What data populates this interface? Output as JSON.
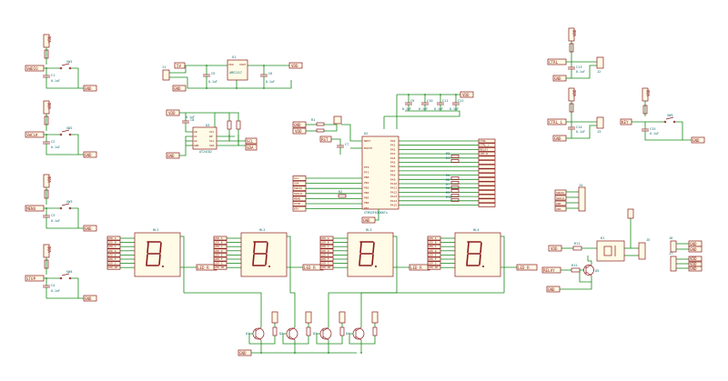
{
  "nets": {
    "vdd": "VDD",
    "gnd": "GND",
    "swdio": "SWDIO",
    "swclk": "SWCLK",
    "menu": "MENU",
    "stop": "STOP",
    "ctrl": "CTRL",
    "ctrl_l": "CTRL_L",
    "key": "KEY",
    "relay": "RELAY",
    "rst": "RST",
    "led_r": "LED_R",
    "scl": "SCL",
    "sda": "SDA",
    "five_v": "5V"
  },
  "buttons": [
    {
      "ref": "SW1",
      "cap_ref": "C1",
      "cap_val": "0.1uF",
      "net": "SWDIO"
    },
    {
      "ref": "SW2",
      "cap_ref": "C2",
      "cap_val": "0.1uF",
      "net": "SWCLK"
    },
    {
      "ref": "SW3",
      "cap_ref": "C3",
      "cap_val": "0.1uF",
      "net": "MENU"
    },
    {
      "ref": "SW4",
      "cap_ref": "C4",
      "cap_val": "0.1uF",
      "net": "STOP"
    }
  ],
  "regulator": {
    "ref": "U1",
    "value": "AMS1117",
    "pins": [
      "VIN",
      "VOUT"
    ],
    "connector": "J1",
    "cap_in": "C5",
    "cap_out": "C6",
    "cap_val_in": "0.1uF",
    "cap_val_out": "0.1uF"
  },
  "eeprom": {
    "ref": "U3",
    "value": "AT24C02",
    "cap_ref": "C8",
    "cap_val": "0.1uF",
    "pins_left": [
      "A0",
      "A1",
      "A2",
      "GND"
    ],
    "pins_right": [
      "VCC",
      "WP",
      "SCL",
      "SDA"
    ]
  },
  "mcu": {
    "ref": "U2",
    "value": "STM32F030K6Tx",
    "pins_left": [
      "NRST",
      "BOOT0",
      "PF0",
      "PF1",
      "PB0",
      "PB1",
      "PB3",
      "PB4",
      "PB5",
      "PB6",
      "PB7"
    ],
    "pins_right": [
      "PA0",
      "PA1",
      "PA2",
      "PA3",
      "PA4",
      "PA5",
      "PA6",
      "PA7",
      "PA8",
      "PA9",
      "PA10",
      "PA11",
      "PA12",
      "PA13",
      "PA14",
      "PA15"
    ],
    "decoupling": [
      {
        "ref": "C9",
        "val": "0.1uF"
      },
      {
        "ref": "C10",
        "val": "0.1uF"
      },
      {
        "ref": "C11",
        "val": "0.1uF"
      },
      {
        "ref": "C12",
        "val": "0.1uF"
      }
    ],
    "left_resistors": [
      "R1",
      "R2"
    ],
    "right_resistors": [
      "R3",
      "R4",
      "R5",
      "R6",
      "R7",
      "R8",
      "R9",
      "R10"
    ]
  },
  "ctrl_blocks": [
    {
      "ref": "C13",
      "val": "0.1uF",
      "conn": "J2",
      "net": "CTRL"
    },
    {
      "ref": "C14",
      "val": "0.1uF",
      "conn": "J3",
      "net": "CTRL_L"
    }
  ],
  "key_block": {
    "sw": "SW5",
    "cap": "C15",
    "val": "0.1uF",
    "net": "KEY"
  },
  "header": {
    "ref": "J4"
  },
  "relay_block": {
    "r1": "R11",
    "r2": "R12",
    "q": "Q5",
    "k": "K1",
    "conn": "J5"
  },
  "extra_conns": [
    "J6",
    "J7"
  ],
  "digits": [
    {
      "ref": "HL1",
      "segments": [
        "LED_A",
        "LED_B",
        "LED_C",
        "LED_D",
        "LED_E",
        "LED_F",
        "LED_G",
        "LED_DP"
      ]
    },
    {
      "ref": "HL2",
      "segments": [
        "LED_A",
        "LED_B",
        "LED_C",
        "LED_D",
        "LED_E",
        "LED_F",
        "LED_G",
        "LED_DP"
      ]
    },
    {
      "ref": "HL3",
      "segments": [
        "LED_A",
        "LED_B",
        "LED_C",
        "LED_D",
        "LED_E",
        "LED_F",
        "LED_G",
        "LED_DP"
      ]
    },
    {
      "ref": "HL4",
      "segments": [
        "LED_A",
        "LED_B",
        "LED_C",
        "LED_D",
        "LED_E",
        "LED_F",
        "LED_G",
        "LED_DP"
      ]
    }
  ],
  "transistors": [
    "Q1",
    "Q2",
    "Q3",
    "Q4"
  ],
  "colors": {
    "wire": "#1a8a1a",
    "part": "#8b1a1a",
    "ref": "#0a6a6a"
  }
}
